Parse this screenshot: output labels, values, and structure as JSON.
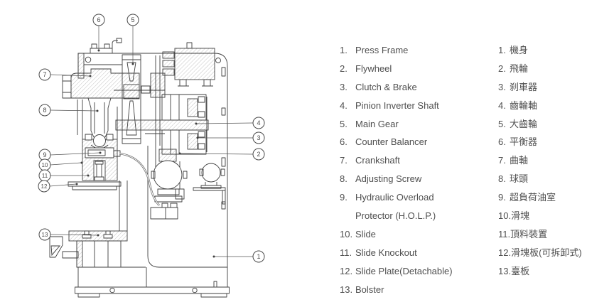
{
  "colors": {
    "ink": "#3f3f3f",
    "text": "#4f4f4f",
    "background": "#ffffff",
    "hatch": "#999999"
  },
  "diagram": {
    "callouts": [
      {
        "label": "1"
      },
      {
        "label": "2"
      },
      {
        "label": "3"
      },
      {
        "label": "4"
      },
      {
        "label": "5"
      },
      {
        "label": "6"
      },
      {
        "label": "7"
      },
      {
        "label": "8"
      },
      {
        "label": "9"
      },
      {
        "label": "10"
      },
      {
        "label": "11"
      },
      {
        "label": "12"
      },
      {
        "label": "13"
      }
    ]
  },
  "legend_en": {
    "items": [
      {
        "num": "1.",
        "label": "Press Frame"
      },
      {
        "num": "2.",
        "label": "Flywheel"
      },
      {
        "num": "3.",
        "label": "Clutch & Brake"
      },
      {
        "num": "4.",
        "label": "Pinion Inverter Shaft"
      },
      {
        "num": "5.",
        "label": "Main Gear"
      },
      {
        "num": "6.",
        "label": "Counter Balancer"
      },
      {
        "num": "7.",
        "label": "Crankshaft"
      },
      {
        "num": "8.",
        "label": "Adjusting Screw"
      },
      {
        "num": "9.",
        "label": "Hydraulic Overload"
      },
      {
        "num": "",
        "label": "Protector (H.O.L.P.)"
      },
      {
        "num": "10.",
        "label": "Slide"
      },
      {
        "num": "11.",
        "label": "Slide Knockout"
      },
      {
        "num": "12.",
        "label": "Slide Plate(Detachable)"
      },
      {
        "num": "13.",
        "label": "Bolster"
      }
    ]
  },
  "legend_zh": {
    "items": [
      {
        "num": "1.",
        "label": "機身"
      },
      {
        "num": "2.",
        "label": "飛輪"
      },
      {
        "num": "3.",
        "label": "刹車器"
      },
      {
        "num": "4.",
        "label": "齒輪軸"
      },
      {
        "num": "5.",
        "label": "大齒輪"
      },
      {
        "num": "6.",
        "label": "平衡器"
      },
      {
        "num": "7.",
        "label": "曲軸"
      },
      {
        "num": "8.",
        "label": "球頭"
      },
      {
        "num": "9.",
        "label": "超負荷油室"
      },
      {
        "num": "10.",
        "label": "滑塊"
      },
      {
        "num": "11.",
        "label": "頂料裝置"
      },
      {
        "num": "12.",
        "label": "滑塊板(可拆卸式)"
      },
      {
        "num": "13.",
        "label": "臺板"
      }
    ]
  }
}
